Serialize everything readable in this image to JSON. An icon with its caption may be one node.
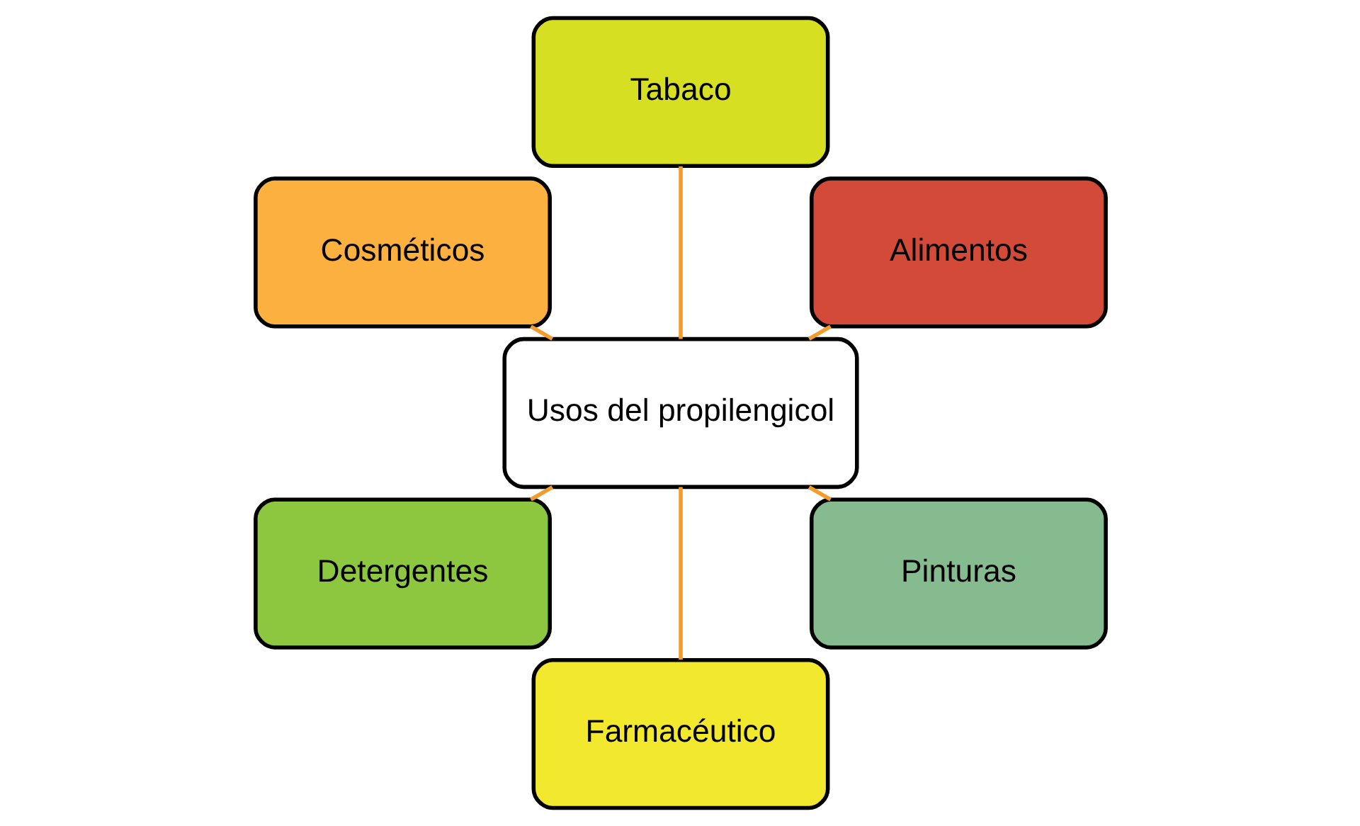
{
  "diagram": {
    "nodes": [
      {
        "text": [
          "Alimentos"
        ]
      },
      {
        "text": [
          "Tabaco"
        ]
      },
      {
        "text": [
          "Cosméticos"
        ]
      },
      {
        "text": [
          "Usos del propilengicol"
        ]
      },
      {
        "text": [
          "Detergentes"
        ]
      },
      {
        "text": [
          "Farmacéutico"
        ]
      },
      {
        "text": [
          "Pinturas"
        ]
      }
    ],
    "edges": [
      {
        "from": 3,
        "to": 0,
        "arrow": "none"
      },
      {
        "from": 3,
        "to": 1,
        "arrow": "none"
      },
      {
        "from": 3,
        "to": 2,
        "arrow": "none"
      },
      {
        "from": 3,
        "to": 4,
        "arrow": "none"
      },
      {
        "from": 3,
        "to": 5,
        "arrow": "none"
      },
      {
        "from": 3,
        "to": 6,
        "arrow": "none"
      }
    ]
  }
}
